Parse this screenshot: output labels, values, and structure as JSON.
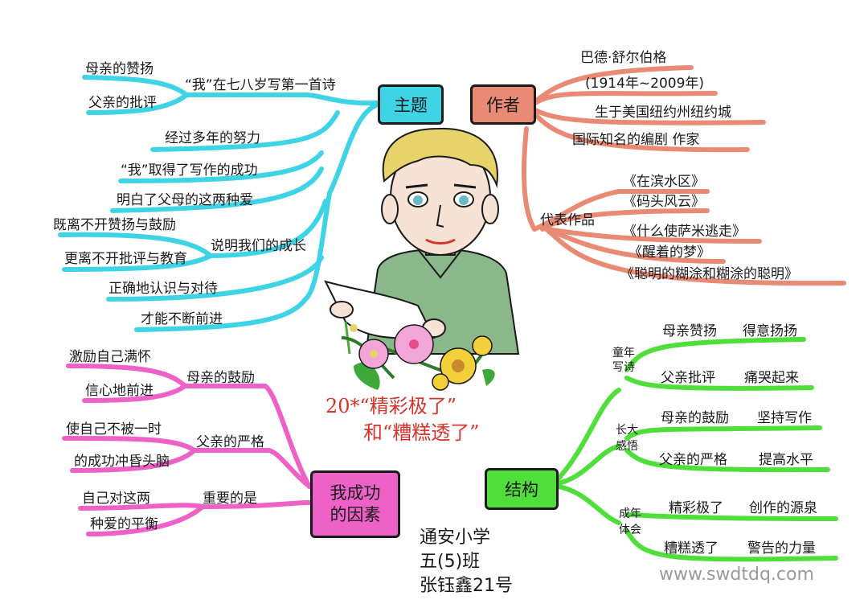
{
  "center": {
    "title_line1": "20*“精彩极了”",
    "title_line2": "和“糟糕透了”",
    "colors": {
      "title": "#d8332a"
    }
  },
  "hubs": {
    "theme": {
      "label": "主题",
      "color": "#3fd3e6"
    },
    "author": {
      "label": "作者",
      "color": "#e88a74"
    },
    "factors": {
      "label": "我成功的因素",
      "line1": "我成功",
      "line2": "的因素",
      "color": "#ee62c8"
    },
    "structure": {
      "label": "结构",
      "color": "#4fde3a"
    }
  },
  "theme_branch": {
    "poem": "“我”在七八岁写第一首诗",
    "praise": "母亲的赞扬",
    "criticism": "父亲的批评",
    "effort": "经过多年的努力",
    "success": "“我”取得了写作的成功",
    "understand": "明白了父母的这两种爱",
    "explain": "说明我们的成长",
    "need_praise": "既离不开赞扬与鼓励",
    "need_criticism": "更离不开批评与教育",
    "correct": "正确地认识与对待",
    "progress": "才能不断前进"
  },
  "author_branch": {
    "name": "巴德·舒尔伯格",
    "years": "(1914年~2009年)",
    "born": "生于美国纽约州纽约城",
    "famous": "国际知名的编剧  作家",
    "works_label": "代表作品",
    "works": [
      "《在滨水区》",
      "《码头风云》",
      "《什么使萨米逃走》",
      "《醒着的梦》",
      "《聪明的糊涂和糊涂的聪明》"
    ]
  },
  "factors_branch": {
    "mother": "母亲的鼓励",
    "mother_1": "激励自己满怀",
    "mother_2": "信心地前进",
    "father": "父亲的严格",
    "father_1": "使自己不被一时",
    "father_2": "的成功冲昏头脑",
    "important": "重要的是",
    "important_1": "自己对这两",
    "important_2": "种爱的平衡"
  },
  "structure_branch": {
    "childhood": "童年写诗",
    "childhood_l1": "童年",
    "childhood_l2": "写诗",
    "mother_praise": "母亲赞扬",
    "mother_result": "得意扬扬",
    "father_criticism": "父亲批评",
    "father_result": "痛哭起来",
    "growth": "长大感悟",
    "growth_l1": "长大",
    "growth_l2": "感悟",
    "mother_encourage": "母亲的鼓励",
    "encourage_result": "坚持写作",
    "father_strict": "父亲的严格",
    "strict_result": "提高水平",
    "adult": "成年体会",
    "adult_l1": "成年",
    "adult_l2": "体会",
    "wonderful": "精彩极了",
    "wonderful_result": "创作的源泉",
    "terrible": "糟糕透了",
    "terrible_result": "警告的力量"
  },
  "signature": {
    "school": "通安小学",
    "class": "五(5)班",
    "student": "张钰鑫21号"
  },
  "watermark": "www.swdtdq.com"
}
